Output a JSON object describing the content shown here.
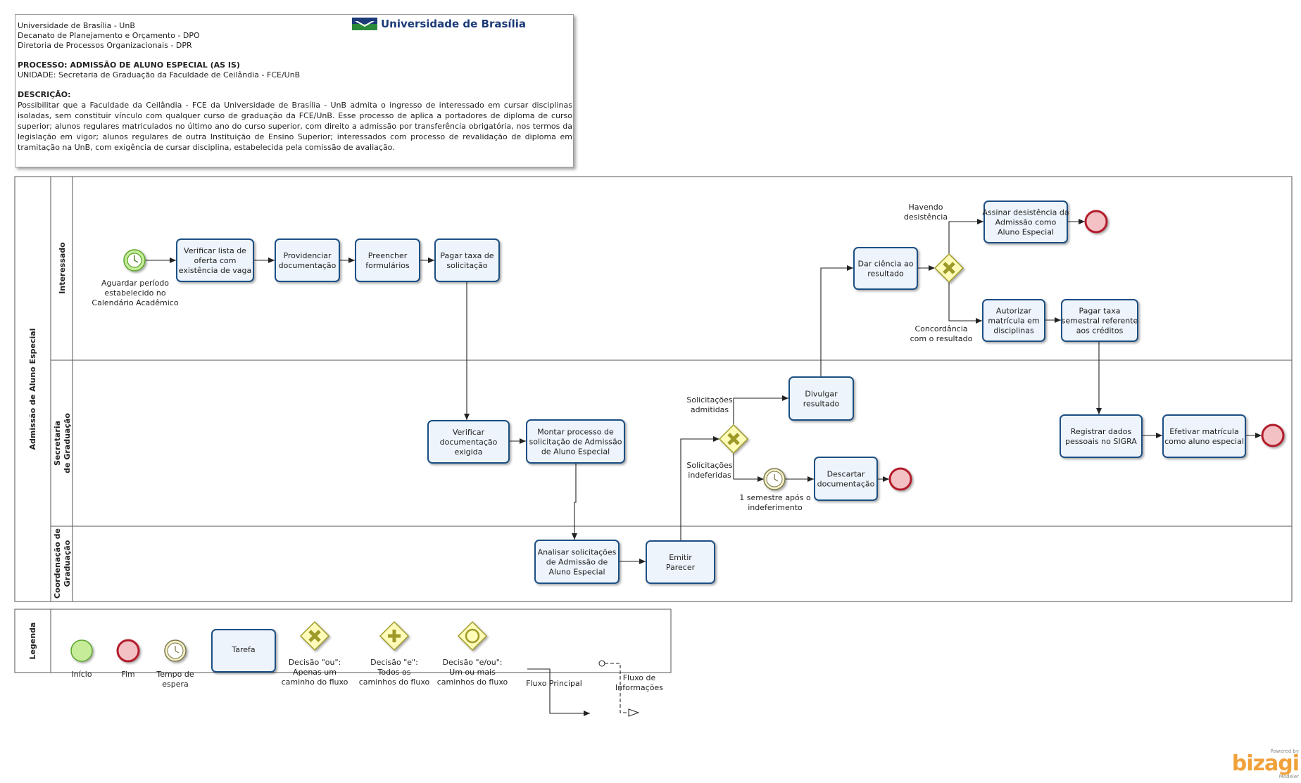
{
  "header": {
    "lines": [
      "Universidade de Brasília - UnB",
      "Decanato de Planejamento e Orçamento - DPO",
      "Diretoria de Processos Organizacionais - DPR"
    ],
    "process": "PROCESSO: ADMISSÃO DE ALUNO ESPECIAL (AS IS)",
    "unit": "UNIDADE: Secretaria de Graduação da Faculdade de Ceilândia - FCE/UnB",
    "desc_title": "DESCRIÇÃO:",
    "description": "Possibilitar que a Faculdade da Ceilândia - FCE da Universidade de Brasília - UnB admita o ingresso de interessado em cursar disciplinas isoladas, sem constituir vínculo com qualquer curso de graduação da FCE/UnB. Esse processo de aplica a portadores de diploma de curso superior; alunos regulares matriculados no último ano do curso superior, com direito a admissão por transferência obrigatória, nos termos da legislação em vigor; alunos regulares de outra Instituição de Ensino Superior; interessados com processo de revalidação de diploma em tramitação na UnB, com exigência de cursar disciplina, estabelecida pela comissão de avaliação.",
    "logo_text": "Universidade de Brasília"
  },
  "pool": {
    "name": "Admissão de Aluno Especial",
    "lanes": [
      {
        "name": [
          "Interessado"
        ]
      },
      {
        "name": [
          "Secretaria",
          "de Graduação"
        ]
      },
      {
        "name": [
          "Coordenação de",
          "Graduação"
        ]
      }
    ]
  },
  "tasks": {
    "verificar_lista": [
      "Verificar lista de",
      "oferta com",
      "existência de vaga"
    ],
    "providenciar_doc": [
      "Providenciar",
      "documentação"
    ],
    "preencher": [
      "Preencher",
      "formulários"
    ],
    "pagar_taxa_sol": [
      "Pagar taxa de",
      "solicitação"
    ],
    "dar_ciencia": [
      "Dar ciência ao",
      "resultado"
    ],
    "assinar_desist": [
      "Assinar desistência da",
      "Admissão como",
      "Aluno Especial"
    ],
    "autorizar_matr": [
      "Autorizar",
      "matrícula em",
      "disciplinas"
    ],
    "pagar_taxa_sem": [
      "Pagar taxa",
      "semestral referente",
      "aos créditos"
    ],
    "verificar_doc": [
      "Verificar",
      "documentação",
      "exigida"
    ],
    "montar_proc": [
      "Montar processo de",
      "solicitação de Admissão",
      "de Aluno Especial"
    ],
    "divulgar": [
      "Divulgar",
      "resultado"
    ],
    "descartar": [
      "Descartar",
      "documentação"
    ],
    "registrar": [
      "Registrar dados",
      "pessoais no SIGRA"
    ],
    "efetivar": [
      "Efetivar matrícula",
      "como aluno especial"
    ],
    "analisar": [
      "Analisar solicitações",
      "de Admissão de",
      "Aluno Especial"
    ],
    "emitir": [
      "Emitir",
      "Parecer"
    ]
  },
  "labels": {
    "start": [
      "Aguardar período",
      "estabelecido no",
      "Calendário Acadêmico"
    ],
    "havendo": [
      "Havendo",
      "desistência"
    ],
    "concordancia": [
      "Concordância",
      "com o resultado"
    ],
    "admitidas": [
      "Solicitações",
      "admitidas"
    ],
    "indeferidas": [
      "Solicitações",
      "indeferidas"
    ],
    "semestre": [
      "1 semestre após o",
      "indeferimento"
    ]
  },
  "legend": {
    "title": "Legenda",
    "inicio": [
      "Início"
    ],
    "fim": [
      "Fim"
    ],
    "tempo": [
      "Tempo de",
      "espera"
    ],
    "tarefa": "Tarefa",
    "dec_ou": [
      "Decisão \"ou\":",
      "Apenas um",
      "caminho do fluxo"
    ],
    "dec_e": [
      "Decisão \"e\":",
      "Todos os",
      "caminhos do fluxo"
    ],
    "dec_eou": [
      "Decisão \"e/ou\":",
      "Um ou mais",
      "caminhos do fluxo"
    ],
    "fluxo_principal": "Fluxo Principal",
    "fluxo_info": [
      "Fluxo de",
      "Informações"
    ]
  },
  "branding": {
    "powered": "Powered by",
    "name": "bizagi",
    "product": "Modeler"
  },
  "colors": {
    "task_fill": "#edf4fb",
    "task_stroke": "#1d4f84",
    "start_fill": "#c6ec9a",
    "start_stroke": "#5aa62a",
    "end_fill": "#f3c0c4",
    "end_stroke": "#b21f2a",
    "gateway_fill": "#fffbb8",
    "gateway_stroke": "#9e9a2a",
    "gateway_mark": "#9e9a2a",
    "timer_fill": "#f3efc9",
    "timer_stroke": "#7c7a4c",
    "lane_stroke": "#555555"
  }
}
